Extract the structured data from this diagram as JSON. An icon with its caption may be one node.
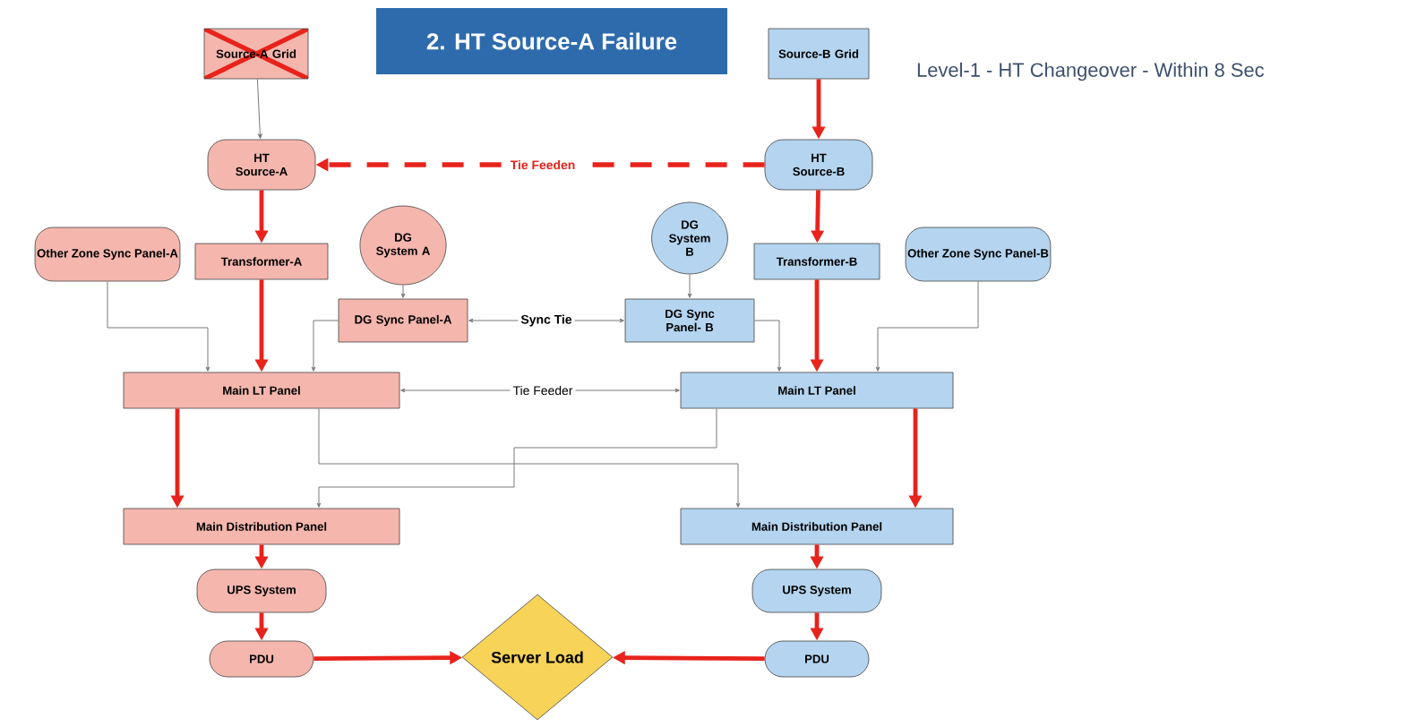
{
  "diagram": {
    "title": "2. HT Source-A Failure",
    "nodes": [
      {
        "text": [
          "Source-A Grid"
        ]
      },
      {
        "text": [
          "Source-B Grid"
        ]
      },
      {
        "text": [
          "HT Source-A"
        ]
      },
      {
        "text": [
          "HT Source-B"
        ]
      },
      {
        "text": [
          "DG System A"
        ]
      },
      {
        "text": [
          "DG System B"
        ]
      },
      {
        "text": [
          "Other Zone Sync Panel-A"
        ]
      },
      {
        "text": [
          "Transformer-A"
        ]
      },
      {
        "text": [
          "Transformer-B"
        ]
      },
      {
        "text": [
          "Other Zone Sync Panel-B"
        ]
      },
      {
        "text": [
          "DG Sync Panel-A"
        ]
      },
      {
        "text": [
          "DG Sync Panel- B"
        ]
      },
      {
        "text": [
          "Main LT Panel"
        ]
      },
      {
        "text": [
          "Main LT Panel"
        ]
      },
      {
        "text": [
          "Main Distribution Panel"
        ]
      },
      {
        "text": [
          "Main Distribution Panel"
        ]
      },
      {
        "text": [
          "UPS System"
        ]
      },
      {
        "text": [
          "UPS System"
        ]
      },
      {
        "text": [
          "PDU"
        ]
      },
      {
        "text": [
          "PDU"
        ]
      },
      {
        "text": [
          "Server Load"
        ]
      }
    ],
    "edges": [
      {
        "from": 0,
        "to": 2,
        "arrow": "to",
        "color": "#787878"
      },
      {
        "from": 1,
        "to": 3,
        "arrow": "to"
      },
      {
        "from": 3,
        "to": 2,
        "arrow": "to",
        "label": "Tie Feeden",
        "style": "dashed"
      },
      {
        "from": 2,
        "to": 7,
        "arrow": "to"
      },
      {
        "from": 3,
        "to": 8,
        "arrow": "to"
      },
      {
        "from": 4,
        "to": 10,
        "arrow": "to",
        "color": "#787878"
      },
      {
        "from": 5,
        "to": 11,
        "arrow": "to",
        "color": "#787878"
      },
      {
        "from": 10,
        "to": 11,
        "arrow": "both",
        "label": "Sync Tie",
        "color": "#787878"
      },
      {
        "from": 6,
        "to": 12,
        "arrow": "to",
        "color": "#787878"
      },
      {
        "from": 10,
        "to": 12,
        "arrow": "to",
        "color": "#787878"
      },
      {
        "from": 7,
        "to": 12,
        "arrow": "to"
      },
      {
        "from": 8,
        "to": 13,
        "arrow": "to"
      },
      {
        "from": 11,
        "to": 13,
        "arrow": "to",
        "color": "#787878"
      },
      {
        "from": 9,
        "to": 13,
        "arrow": "to",
        "color": "#787878"
      },
      {
        "from": 12,
        "to": 13,
        "arrow": "both",
        "label": "Tie Feeder",
        "color": "#787878"
      },
      {
        "from": 12,
        "to": 14,
        "arrow": "to"
      },
      {
        "from": 13,
        "to": 15,
        "arrow": "to"
      },
      {
        "from": 12,
        "to": 15,
        "arrow": "to",
        "color": "#787878"
      },
      {
        "from": 13,
        "to": 14,
        "arrow": "to",
        "color": "#787878"
      },
      {
        "from": 14,
        "to": 16,
        "arrow": "to"
      },
      {
        "from": 15,
        "to": 17,
        "arrow": "to"
      },
      {
        "from": 16,
        "to": 18,
        "arrow": "to"
      },
      {
        "from": 17,
        "to": 19,
        "arrow": "to"
      },
      {
        "from": 18,
        "to": 20,
        "arrow": "to"
      },
      {
        "from": 19,
        "to": 20,
        "arrow": "to"
      }
    ],
    "labels": [
      "Level-1 - HT Changeover - Within 8 Sec"
    ]
  }
}
